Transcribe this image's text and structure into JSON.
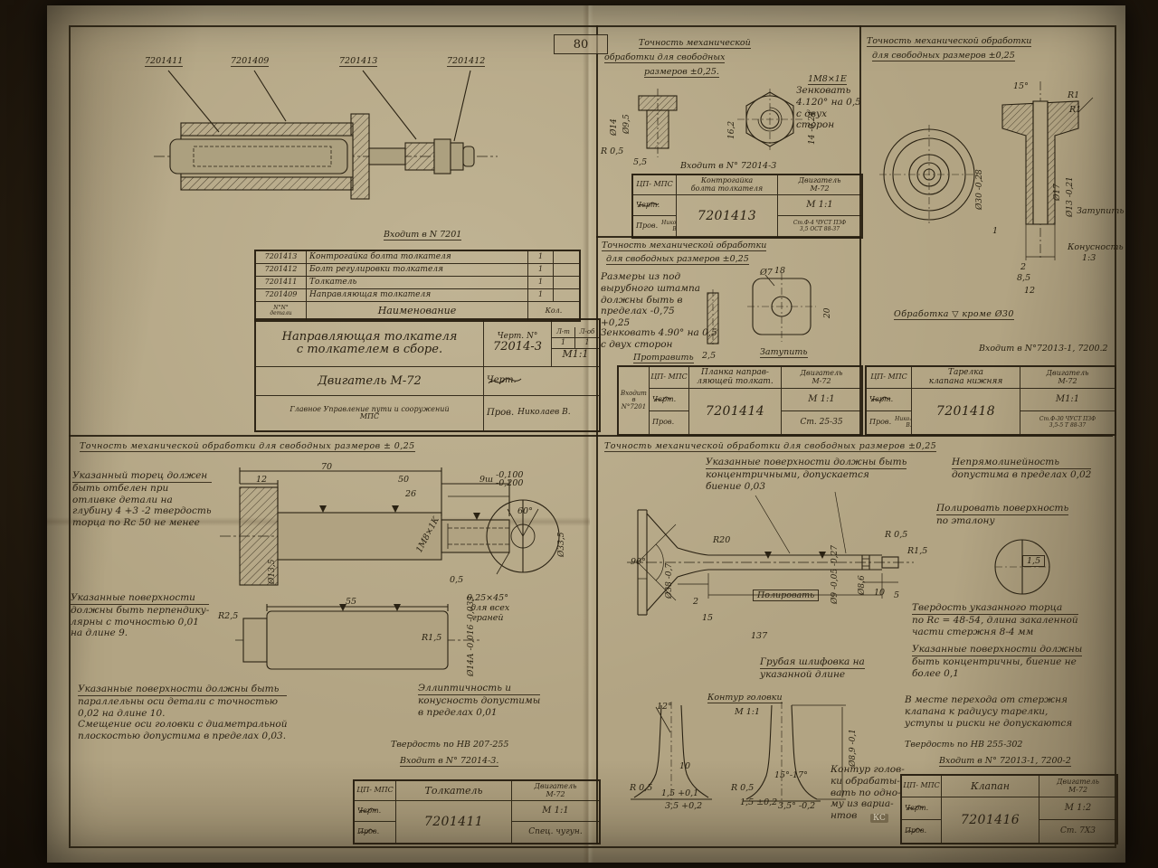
{
  "sheet": {
    "number": "80",
    "stamp": "КС"
  },
  "assembly": {
    "callouts": [
      "7201411",
      "7201409",
      "7201413",
      "7201412"
    ],
    "entry": "Входит в N 7201",
    "table": {
      "rows": [
        {
          "num": "7201413",
          "name": "Контрогайка болта толкателя",
          "qty": "1"
        },
        {
          "num": "7201412",
          "name": "Болт регулировки толкателя",
          "qty": "1"
        },
        {
          "num": "7201411",
          "name": "Толкатель",
          "qty": "1"
        },
        {
          "num": "7201409",
          "name": "Направляющая толкателя",
          "qty": "1"
        }
      ],
      "footer": {
        "num1": "N°N°",
        "num2": "детали",
        "name": "Наименование",
        "qty": "Кол."
      }
    },
    "tb": {
      "title1": "Направляющая толкателя",
      "title2": "с толкателем в сборе.",
      "no_label": "Черт. N°",
      "number": "72014-3",
      "lt_label": "Л-т",
      "lob_label": "Л-об",
      "lt": "1",
      "lob": "1",
      "scale": "М1:1",
      "engine": "Двигатель М-72",
      "chert": "Черт.",
      "prov": "Пров.",
      "prov_name": "Николаев В.",
      "org1": "Главное Управление пути и сооружений",
      "org2": "МПС"
    }
  },
  "locknut": {
    "header": [
      "Точность механической",
      "обработки для свободных",
      "размеров ±0,25."
    ],
    "thread": "1М8×1Е",
    "countersink": [
      "Зенковать",
      "4.120° на 0,5",
      "с двух",
      "сторон"
    ],
    "dims": {
      "d14": "Ø14",
      "d95": "Ø9,5",
      "r05": "R 0,5",
      "w55": "5,5",
      "h162": "16,2",
      "af": "14 -0,24"
    },
    "entry": "Входит в N° 72014-3",
    "tb": {
      "org": "ЦП- МПС",
      "part1": "Контрогайка",
      "part2": "болта толкателя",
      "engine1": "Двигатель",
      "engine2": "М-72",
      "chert": "Черт.",
      "prov": "Пров.",
      "prov_name": "Николаев В.",
      "number": "7201413",
      "scale": "М 1:1",
      "material1": "Ст.Ф-4 ЧУСТ ПЗФ",
      "material2": "3,5 ОСТ 88-37"
    }
  },
  "plate": {
    "header": [
      "Точность механической обработки",
      "для свободных размеров ±0,25"
    ],
    "note_stamp": [
      "Размеры из под",
      "вырубного штампа",
      "должны быть в",
      "пределах -0,75",
      "+0,25"
    ],
    "note_countersink": [
      "Зенковать 4.90° на 0,5",
      "с двух сторон"
    ],
    "etch": "Протравить",
    "blunt": "Затупить",
    "dims": {
      "w18": "18",
      "h20": "20",
      "d7": "Ø7",
      "t25": "2,5"
    },
    "tb": {
      "entry1": "Входит",
      "entry2": "в N°7201",
      "org": "ЦП- МПС",
      "part1": "Планка направ-",
      "part2": "ляющей толкат.",
      "engine1": "Двигатель",
      "engine2": "М-72",
      "chert": "Черт.",
      "prov": "Пров.",
      "number": "7201414",
      "scale": "М 1:1",
      "material": "Ст. 25-35"
    }
  },
  "tarelka": {
    "header": [
      "Точность механической обработки",
      "для свободных размеров ±0,25"
    ],
    "dims": {
      "a15": "15°",
      "r1a": "R1",
      "r1b": "R1",
      "d30": "Ø30 -0,28",
      "d17": "Ø17",
      "d13": "Ø13 -0,21",
      "h85": "8,5",
      "w12": "12",
      "t2": "2",
      "t1": "1",
      "cone1": "Конусность",
      "cone2": "1:3"
    },
    "blunt": "Затупить",
    "note": "Обработка ▽ кроме Ø30",
    "entry": "Входит в N°72013-1, 7200.2",
    "tb": {
      "org": "ЦП- МПС",
      "part1": "Тарелка",
      "part2": "клапана нижняя",
      "engine1": "Двигатель",
      "engine2": "М-72",
      "chert": "Черт.",
      "prov": "Пров.",
      "prov_name": "Николаев В.",
      "number": "7201418",
      "scale": "М1:1",
      "material1": "Ст.Ф-30 ЧУСТ ПЗФ",
      "material2": "3,5-5 Т 88-37"
    }
  },
  "tappet": {
    "header": "Точность механической обработки для свободных размеров ± 0,25",
    "note_face": [
      "Указанный торец должен",
      "быть отбелен при",
      "отливке детали на",
      "глубину 4 +3 -2 твердость",
      "торца по Rc 50 не менее"
    ],
    "note_perp": [
      "Указанные поверхности",
      "должны быть перпендику-",
      "лярны с точностью 0,01",
      "на длине 9."
    ],
    "note_par": [
      "Указанные поверхности должны быть",
      "параллельны оси детали с точностью",
      "0,02 на длине 10.",
      "Смещение оси головки с диаметральной",
      "плоскостью допустима в пределах 0,03."
    ],
    "note_ellip": [
      "Эллиптичность и",
      "конусность допустимы",
      "в пределах 0,01"
    ],
    "hardness": "Твердость по НВ 207-255",
    "entry": "Входит в N° 72014-3.",
    "dims": {
      "l70": "70",
      "l12": "12",
      "l50": "50",
      "l26": "26",
      "sq": "9ш",
      "sqt1": "-0,100",
      "sqt2": "-0,200",
      "thread": "1М8×1К",
      "a60": "60°",
      "d335": "Ø33,5",
      "c05": "0,5",
      "r25": "R2,5",
      "l55": "55",
      "d14": "Ø14А -0,016 -0,033",
      "r15": "R1,5",
      "ch1": "0,25×45°",
      "ch2": "для всех",
      "ch3": "граней",
      "d135": "Ø13,5"
    },
    "tb": {
      "org": "ЦП- МПС",
      "chert": "Черт.",
      "prov": "Пров.",
      "part": "Толкатель",
      "number": "7201411",
      "engine1": "Двигатель",
      "engine2": "М-72",
      "scale": "М 1:1",
      "material": "Спец. чугун."
    }
  },
  "valve": {
    "header": "Точность механической обработки для свободных размеров ±0,25",
    "note_conc": [
      "Указанные поверхности должны быть",
      "концентричными, допускается",
      "биение 0,03"
    ],
    "note_straight": [
      "Непрямолинейность",
      "допустима в пределах 0,02"
    ],
    "note_polish": [
      "Полировать поверхность",
      "по эталону"
    ],
    "note_hard": [
      "Твердость указанного торца",
      "по Rc = 48-54, длина закаленной",
      "части стержня 8-4 мм"
    ],
    "note_conc2": [
      "Указанные поверхности должны",
      "быть концентричны, биение не",
      "более 0,1"
    ],
    "note_grind": [
      "Грубая шлифовка на",
      "указанной длине"
    ],
    "polish": "Полировать",
    "contour_title": "Контур головки",
    "contour_scale": "М 1:1",
    "note_variant": [
      "Контур голов-",
      "ки обрабаты-",
      "вать по одно-",
      "му из вариа-",
      "нтов"
    ],
    "note_transition": [
      "В месте перехода от стержня",
      "клапана к радиусу тарелки,",
      "уступы и риски не допускаются"
    ],
    "hardness": "Твердость по НВ 255-302",
    "entry": "Входит в N° 72013-1, 7200-2",
    "dims": {
      "a90": "90°",
      "d38": "Ø38 -0,7",
      "r20": "R20",
      "d9": "Ø9 -0,05 -0,27",
      "d86": "Ø8,6",
      "r05": "R 0,5",
      "r15": "R1,5",
      "l10": "10",
      "l5": "5",
      "l2": "2",
      "l15": "15",
      "l137": "137",
      "a12": "12°",
      "c10": "10",
      "r05b": "R 0,5",
      "h15": "1,5 +0,1",
      "h35": "3,5 +0,2",
      "r05c": "R 0,5",
      "h15b": "1,5 ±0,2",
      "a1517": "15°-17°",
      "a35": "3,5° -0,2",
      "d89": "Ø8,9 -0,1",
      "slot": "1,5"
    },
    "tb": {
      "org": "ЦП- МПС",
      "chert": "Черт.",
      "prov": "Пров.",
      "part": "Клапан",
      "number": "7201416",
      "engine1": "Двигатель",
      "engine2": "М-72",
      "scale": "М 1:2",
      "material": "Ст. 7Х3"
    }
  }
}
